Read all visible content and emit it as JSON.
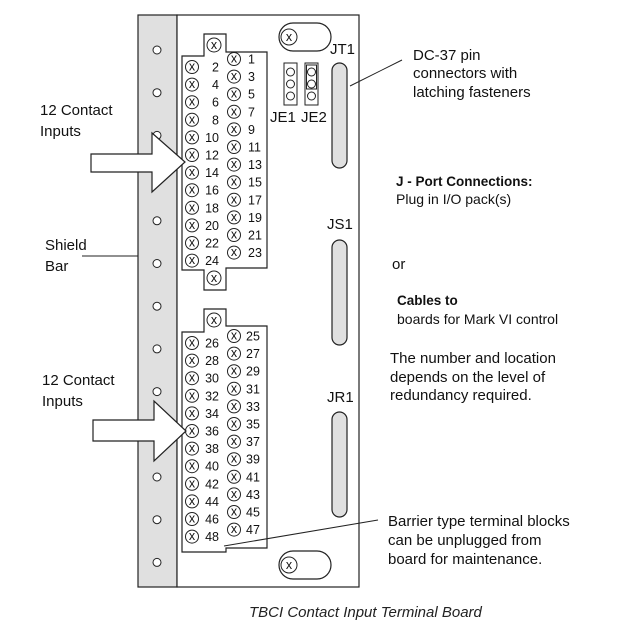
{
  "caption": "TBCI Contact Input Terminal Board",
  "labels": {
    "contact_inputs_top": [
      "12 Contact",
      "Inputs"
    ],
    "contact_inputs_bottom": [
      "12 Contact",
      "Inputs"
    ],
    "shield_bar": [
      "Shield",
      "Bar"
    ],
    "dc37": [
      "DC-37 pin",
      "connectors with",
      "latching fasteners"
    ],
    "jport_title": "J - Port Connections:",
    "jport_sub": "Plug in I/O pack(s)",
    "or": "or",
    "cables_title": "Cables to",
    "cables_sub": "boards for Mark VI control",
    "redundancy": [
      "The number and location",
      "depends on the level of",
      "redundancy required."
    ],
    "barrier": [
      "Barrier type terminal blocks",
      "can be unplugged from",
      "board for maintenance."
    ]
  },
  "connectors": {
    "jt1": "JT1",
    "js1": "JS1",
    "jr1": "JR1",
    "je1": "JE1",
    "je2": "JE2"
  },
  "terminal_blocks": {
    "top_even": [
      "2",
      "4",
      "6",
      "8",
      "10",
      "12",
      "14",
      "16",
      "18",
      "20",
      "22",
      "24"
    ],
    "top_odd": [
      "1",
      "3",
      "5",
      "7",
      "9",
      "11",
      "13",
      "15",
      "17",
      "19",
      "21",
      "23"
    ],
    "bottom_even": [
      "26",
      "28",
      "30",
      "32",
      "34",
      "36",
      "38",
      "40",
      "42",
      "44",
      "46",
      "48"
    ],
    "bottom_odd": [
      "25",
      "27",
      "29",
      "31",
      "33",
      "35",
      "37",
      "39",
      "41",
      "43",
      "45",
      "47"
    ],
    "screw_symbol": "x"
  }
}
